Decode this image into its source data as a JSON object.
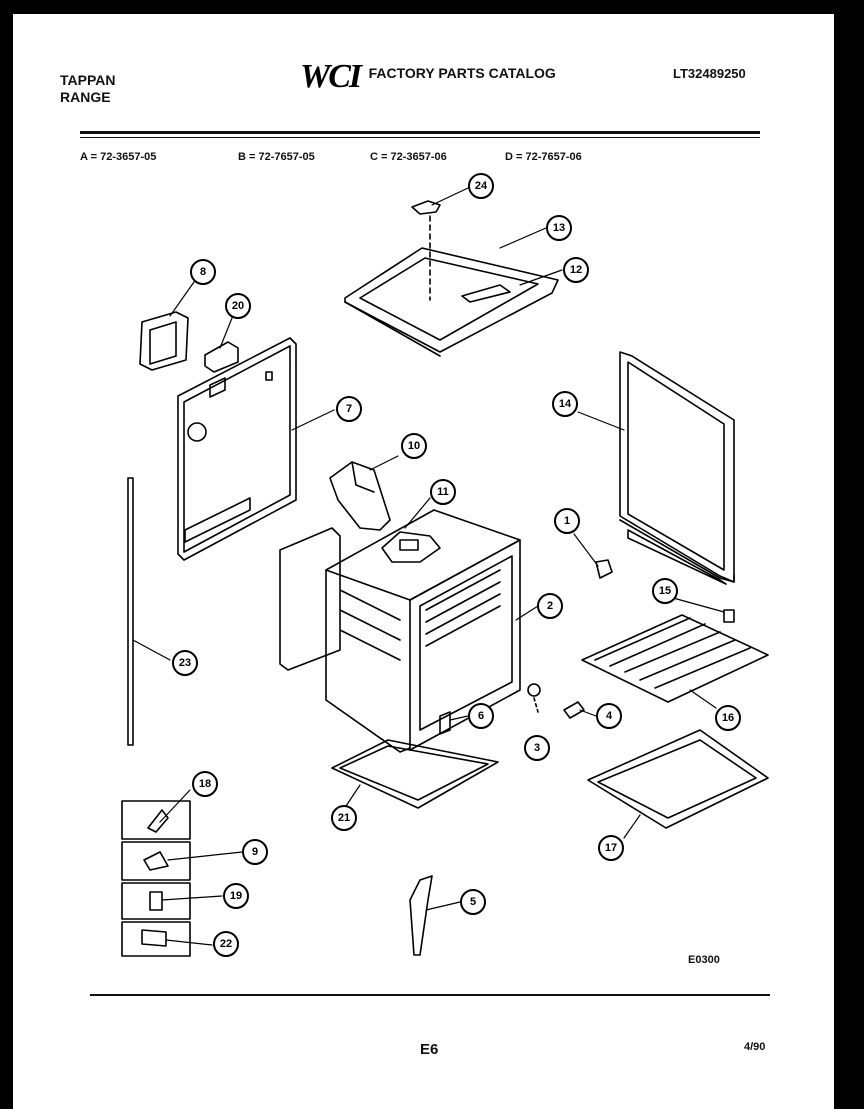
{
  "header": {
    "brand_line1": "TAPPAN",
    "brand_line2": "RANGE",
    "logo": "WCI",
    "catalog_title": "FACTORY PARTS CATALOG",
    "doc_number": "LT32489250"
  },
  "models": [
    "A = 72-3657-05",
    "B = 72-7657-05",
    "C = 72-3657-06",
    "D = 72-7657-06"
  ],
  "callouts": [
    "24",
    "13",
    "12",
    "8",
    "20",
    "7",
    "14",
    "10",
    "11",
    "1",
    "15",
    "23",
    "2",
    "16",
    "4",
    "6",
    "3",
    "21",
    "17",
    "18",
    "9",
    "19",
    "22",
    "5"
  ],
  "footer": {
    "figure_code": "E0300",
    "page": "E6",
    "date": "4/90"
  },
  "colors": {
    "ink": "#111111",
    "paper": "#ffffff",
    "border": "#000000"
  }
}
